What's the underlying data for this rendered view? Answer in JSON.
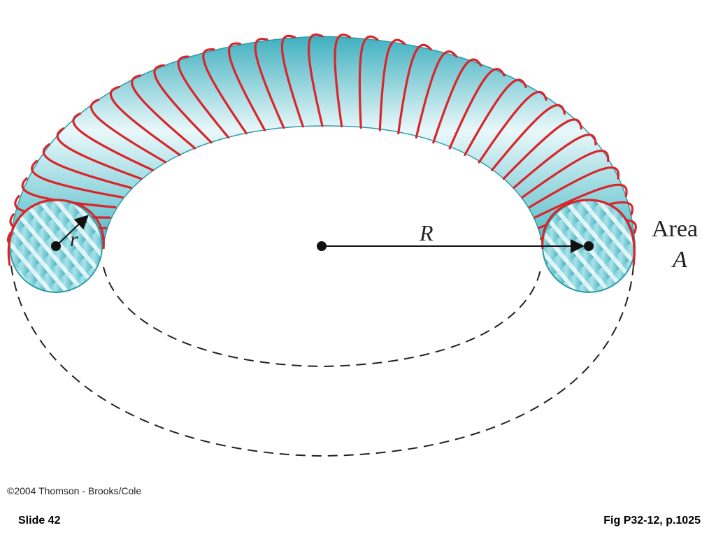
{
  "figure": {
    "labels": {
      "small_radius": "r",
      "big_radius": "R",
      "area_word": "Area",
      "area_symbol": "A"
    },
    "colors": {
      "tube": "#5cc3cf",
      "tube_light": "#e8f7f9",
      "coil": "#d8262b",
      "dashed": "#222222"
    }
  },
  "copyright": "©2004 Thomson - Brooks/Cole",
  "footer": {
    "slide": "Slide 42",
    "reference": "Fig P32-12, p.1025"
  }
}
